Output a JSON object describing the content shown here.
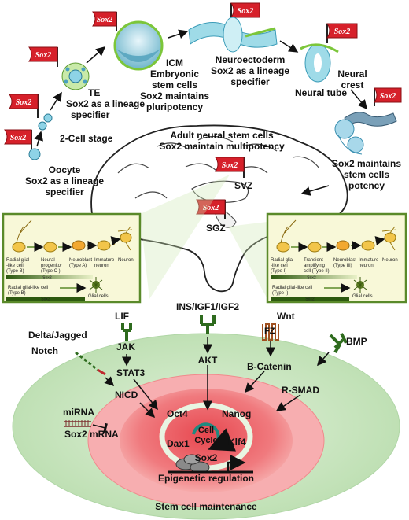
{
  "flag_text": "Sox2",
  "stages": {
    "oocyte": [
      "Oocyte",
      "Sox2 as a lineage",
      "specifier"
    ],
    "two_cell": "2-Cell stage",
    "te": [
      "TE",
      "Sox2 as a lineage",
      "specifier"
    ],
    "icm": [
      "ICM",
      "Embryonic",
      "stem cells",
      "Sox2 maintains",
      "pluripotency"
    ],
    "neuroectoderm": [
      "Neuroectoderm",
      "Sox2 as a lineage",
      "specifier"
    ],
    "neural_tube": "Neural tube",
    "neural_crest": [
      "Neural",
      "crest"
    ],
    "crest_potency": [
      "Sox2 maintains",
      "stem cells",
      "potency"
    ],
    "adult_nsc": [
      "Adult neural stem cells",
      "Sox2 maintain multipotency"
    ]
  },
  "brain_regions": {
    "svz": "SVZ",
    "sgz": "SGZ"
  },
  "svz_panel": {
    "cells": [
      [
        "Radial glial",
        "-like cell",
        "(Type B)"
      ],
      [
        "Neural",
        "progenitor",
        "(Type C )"
      ],
      [
        "Neuroblast",
        "(Type A)"
      ],
      [
        "Immature",
        "neuron"
      ],
      [
        "Neuron"
      ]
    ],
    "bar_label": "Sox2",
    "lower_left": [
      "Radial glial-like cell",
      "(Type B)"
    ],
    "lower_right": "Glial cells",
    "bottom_bar": "Sox2"
  },
  "sgz_panel": {
    "cells": [
      [
        "Radial glial",
        "-like cell",
        "(Type I)"
      ],
      [
        "Transient",
        "amplifying",
        "cell (Type II)"
      ],
      [
        "Neuroblast",
        "(Type III)"
      ],
      [
        "Immature",
        "neuron"
      ],
      [
        "Neuron"
      ]
    ],
    "bar_label": "Sox2",
    "lower_left": [
      "Radial glial-like cell",
      "(Type I)"
    ],
    "lower_right": "Glial cells",
    "bottom_bar": "Sox2"
  },
  "signaling": {
    "ligands": {
      "lif": "LIF",
      "ins": "INS/IGF1/IGF2",
      "wnt": "Wnt",
      "delta": "Delta/Jagged",
      "notch": "Notch",
      "bmp": "BMP",
      "fz": "FZ"
    },
    "nodes": {
      "jak": "JAK",
      "stat3": "STAT3",
      "akt": "AKT",
      "bcatenin": "B-Catenin",
      "rsmad": "R-SMAD",
      "nicd": "NICD",
      "mirna": "miRNA",
      "sox2_mrna": "Sox2 mRNA"
    },
    "core": {
      "oct4": "Oct4",
      "nanog": "Nanog",
      "dax1": "Dax1",
      "klf4": "Klf4",
      "sox2": "Sox2",
      "cell_cycle": [
        "Cell",
        "Cycle"
      ]
    },
    "epigenetic": "Epigenetic regulation",
    "maintenance": "Stem cell maintenance"
  },
  "colors": {
    "flag_red": "#d6202a",
    "outer_cell": "#c9e6c0",
    "inner_cell": "#f5a0a0",
    "nucleus": "#e8494f",
    "panel_bg": "#f8f8d8",
    "panel_border": "#5a8a2a",
    "bar_dark": "#2e5a10"
  }
}
